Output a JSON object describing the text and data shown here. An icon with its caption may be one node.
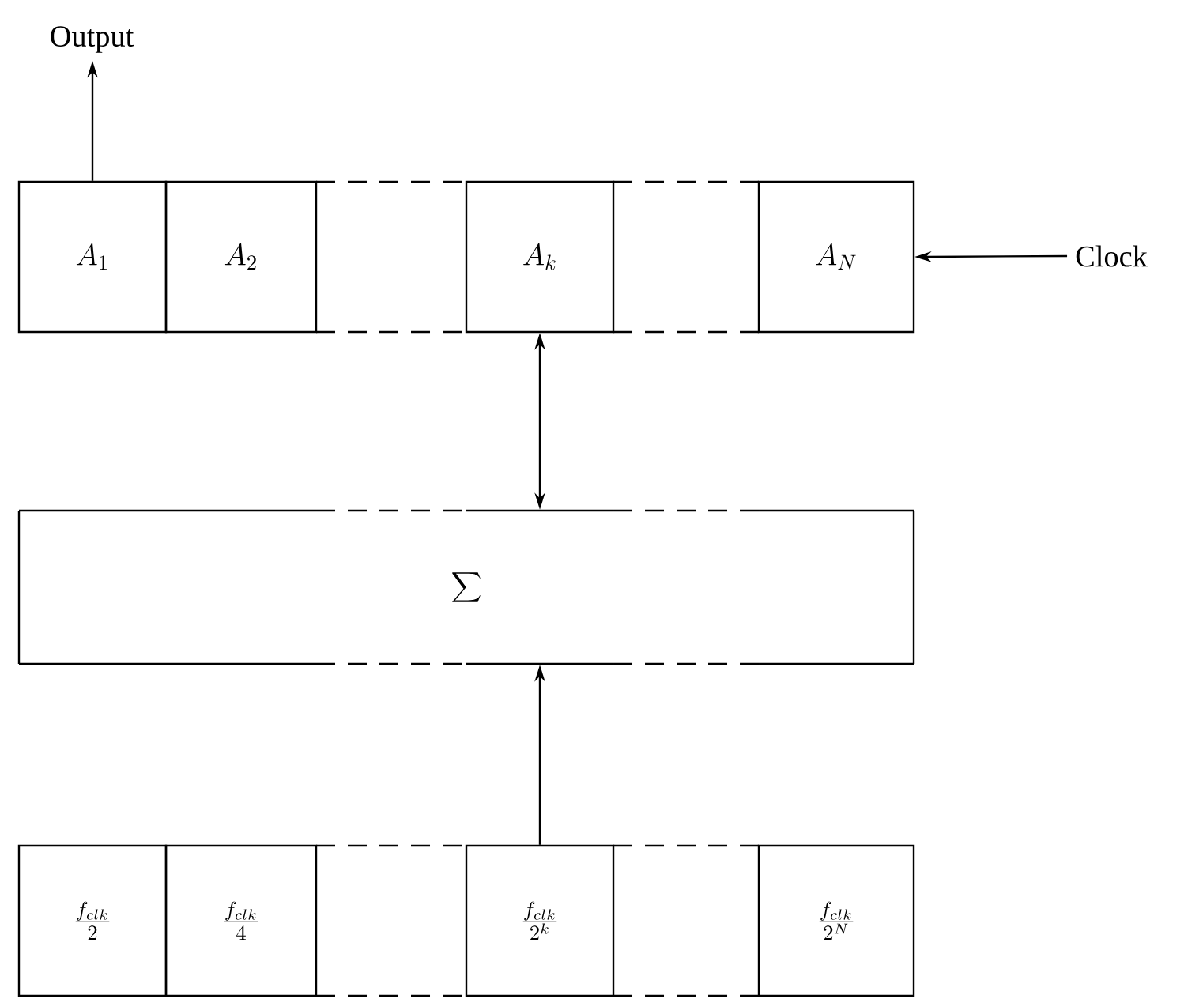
{
  "diagram": {
    "nodes": [
      {
        "text": [
          "Output"
        ]
      },
      {
        "text": [
          "A_1"
        ]
      },
      {
        "text": [
          "A_2"
        ]
      },
      {
        "text": [
          "A_k"
        ]
      },
      {
        "text": [
          "A_N"
        ]
      },
      {
        "text": [
          "Clock"
        ]
      },
      {
        "text": [
          "\\sum"
        ]
      },
      {
        "text": [
          "\\frac{f_{clk}}{2}"
        ]
      },
      {
        "text": [
          "\\frac{f_{clk}}{4}"
        ]
      },
      {
        "text": [
          "\\frac{f_{clk}}{2^k}"
        ]
      },
      {
        "text": [
          "\\frac{f_{clk}}{2^N}"
        ]
      }
    ],
    "edges": [
      {
        "from": 1,
        "to": 0,
        "arrow": "to"
      },
      {
        "from": 5,
        "to": 4,
        "arrow": "to"
      },
      {
        "from": 3,
        "to": 6,
        "arrow": "both"
      },
      {
        "from": 9,
        "to": 6,
        "arrow": "to"
      }
    ]
  }
}
